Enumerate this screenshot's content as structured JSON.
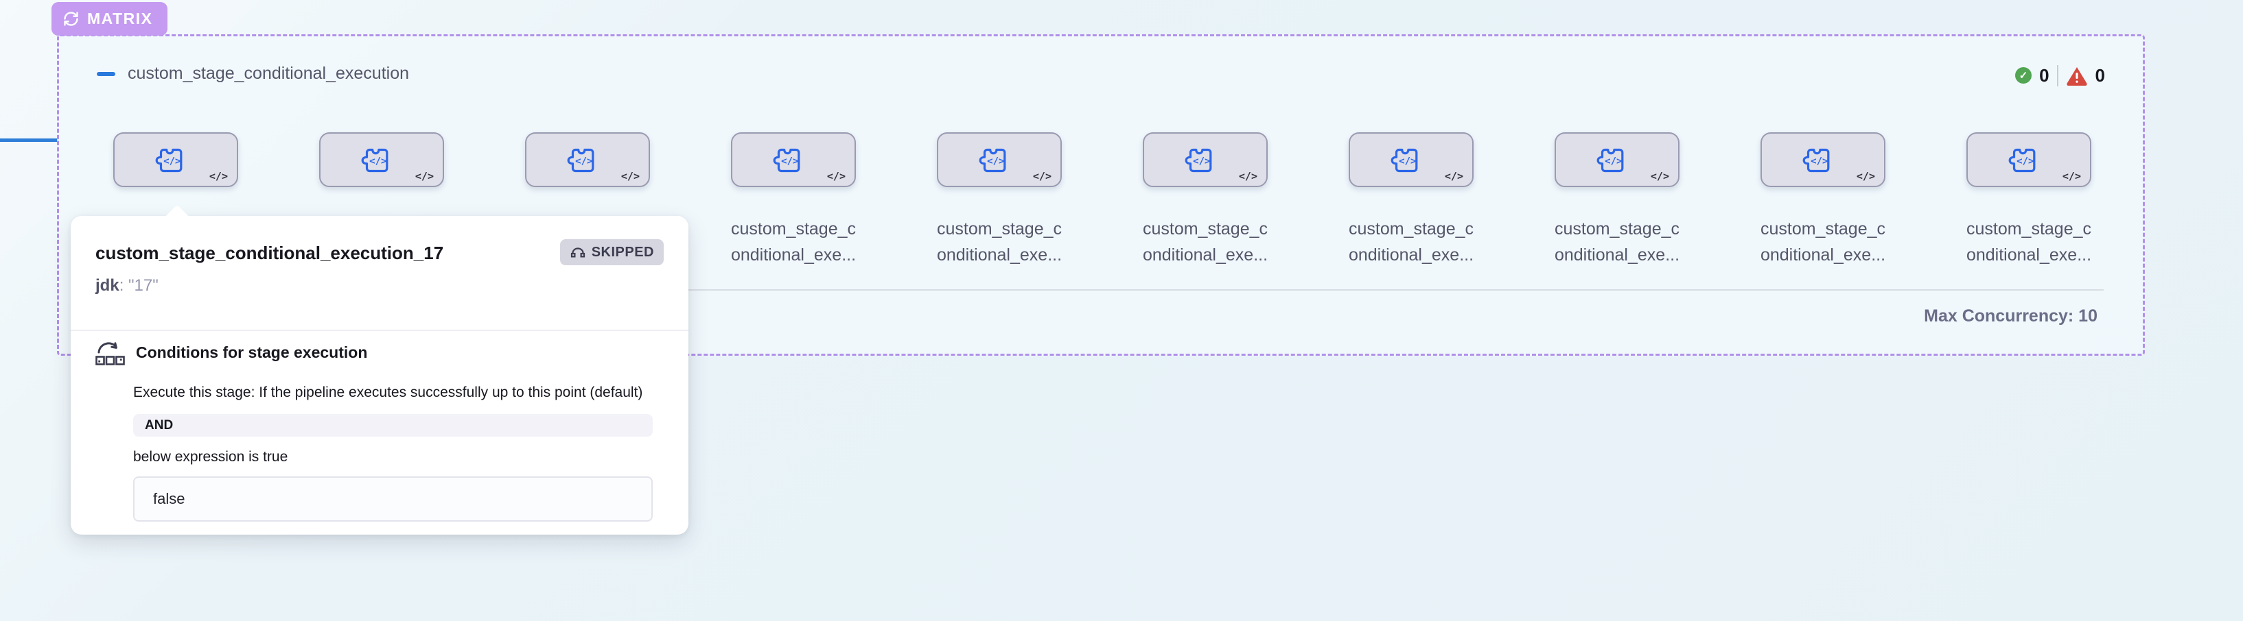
{
  "colors": {
    "accent_purple": "#C49BF1",
    "dashed_border_purple": "#B190EA",
    "success_green": "#52A552",
    "failure_red": "#D6493E",
    "stage_icon_blue": "#2B66E8",
    "connector_blue": "#2E7ED9"
  },
  "matrix_badge": {
    "label": "MATRIX"
  },
  "matrix": {
    "title": "custom_stage_conditional_execution",
    "success_count": "0",
    "failed_count": "0",
    "max_concurrency_label": "Max Concurrency: 10",
    "stages": [
      {
        "label_visible": false
      },
      {
        "label_visible": false
      },
      {
        "label_visible": false
      },
      {
        "label_visible": true,
        "label_line1": "custom_stage_c",
        "label_line2": "onditional_exe..."
      },
      {
        "label_visible": true,
        "label_line1": "custom_stage_c",
        "label_line2": "onditional_exe..."
      },
      {
        "label_visible": true,
        "label_line1": "custom_stage_c",
        "label_line2": "onditional_exe..."
      },
      {
        "label_visible": true,
        "label_line1": "custom_stage_c",
        "label_line2": "onditional_exe..."
      },
      {
        "label_visible": true,
        "label_line1": "custom_stage_c",
        "label_line2": "onditional_exe..."
      },
      {
        "label_visible": true,
        "label_line1": "custom_stage_c",
        "label_line2": "onditional_exe..."
      },
      {
        "label_visible": true,
        "label_line1": "custom_stage_c",
        "label_line2": "onditional_exe..."
      }
    ],
    "stage_code_glyph": "</>"
  },
  "popover": {
    "title": "custom_stage_conditional_execution_17",
    "status_badge": "SKIPPED",
    "variable_label": "jdk",
    "variable_value_display": ": \"17\"",
    "conditions": {
      "heading": "Conditions for stage execution",
      "description": "Execute this stage: If the pipeline executes successfully up to this point (default)",
      "operator": "AND",
      "subtext": "below expression is true",
      "expression": "false"
    }
  }
}
